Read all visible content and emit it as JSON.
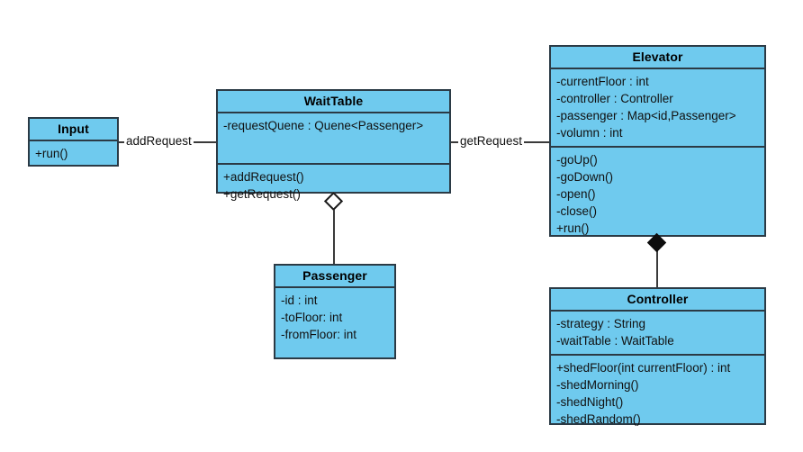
{
  "diagram": {
    "type": "uml-class-diagram",
    "background_color": "#ffffff",
    "class_fill_color": "#6FCAEE",
    "class_border_color": "#2b3a45",
    "connector_color": "#3a3a3a"
  },
  "classes": {
    "input": {
      "name": "Input",
      "attributes": [],
      "methods": [
        "+run()"
      ]
    },
    "wait_table": {
      "name": "WaitTable",
      "attributes": [
        "-requestQuene : Quene<Passenger>"
      ],
      "methods": [
        "+addRequest()",
        "+getRequest()"
      ]
    },
    "elevator": {
      "name": "Elevator",
      "attributes": [
        "-currentFloor : int",
        "-controller : Controller",
        "-passenger : Map<id,Passenger>",
        "-volumn : int"
      ],
      "methods": [
        "-goUp()",
        "-goDown()",
        "-open()",
        "-close()",
        "+run()"
      ]
    },
    "passenger": {
      "name": "Passenger",
      "attributes": [
        "-id : int",
        "-toFloor: int",
        "-fromFloor: int"
      ],
      "methods": []
    },
    "controller": {
      "name": "Controller",
      "attributes": [
        "-strategy : String",
        "-waitTable : WaitTable"
      ],
      "methods": [
        "+shedFloor(int currentFloor) : int",
        "-shedMorning()",
        "-shedNight()",
        "-shedRandom()"
      ]
    }
  },
  "relationships": {
    "input_to_waittable": {
      "label": "addRequest",
      "kind": "association"
    },
    "waittable_to_elevator": {
      "label": "getRequest",
      "kind": "association"
    },
    "waittable_to_passenger": {
      "label": "",
      "kind": "aggregation"
    },
    "elevator_to_controller": {
      "label": "",
      "kind": "composition"
    }
  }
}
